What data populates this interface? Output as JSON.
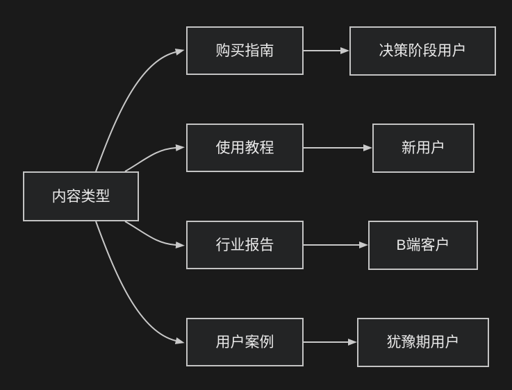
{
  "diagram": {
    "root_label": "内容类型",
    "rows": [
      {
        "content": "购买指南",
        "audience": "决策阶段用户"
      },
      {
        "content": "使用教程",
        "audience": "新用户"
      },
      {
        "content": "行业报告",
        "audience": "B端客户"
      },
      {
        "content": "用户案例",
        "audience": "犹豫期用户"
      }
    ],
    "colors": {
      "background": "#1a1a1a",
      "node_fill": "#232425",
      "node_border": "#c4c4c4",
      "arrow": "#c9c9c9",
      "text": "#e9e9e9"
    }
  }
}
